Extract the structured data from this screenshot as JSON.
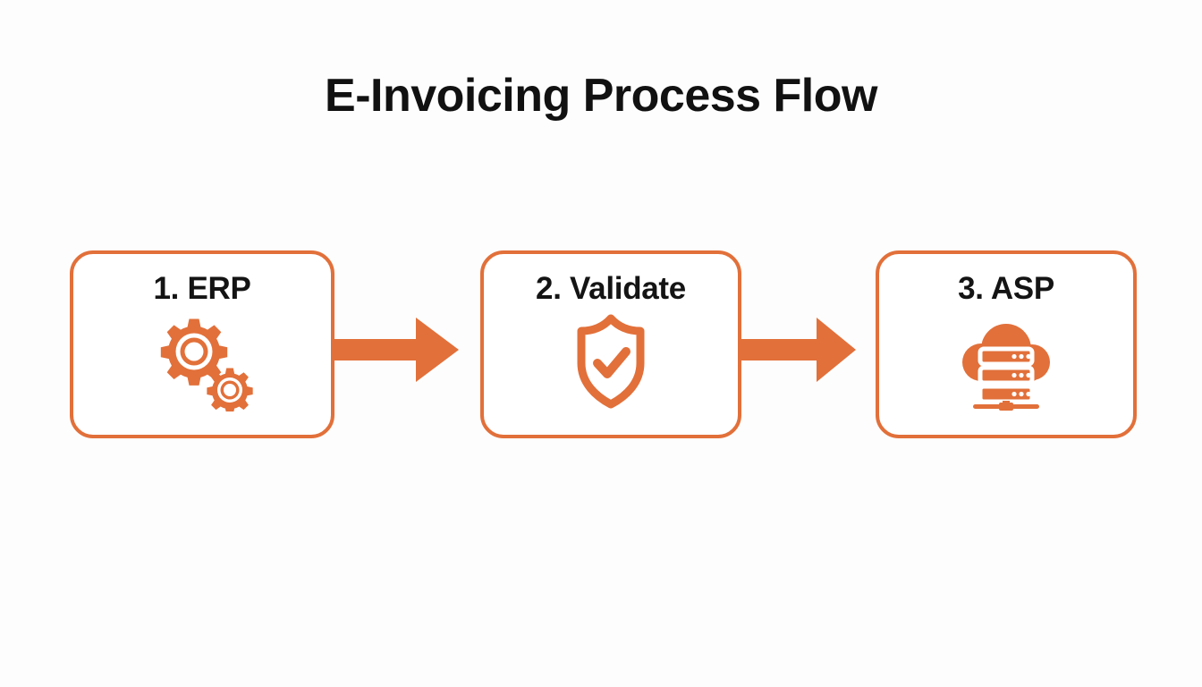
{
  "page": {
    "title": "E-Invoicing Process Flow",
    "background_color": "#fdfdfd",
    "accent_color": "#e2703a",
    "text_color": "#141414"
  },
  "diagram": {
    "type": "process-flow",
    "orientation": "horizontal",
    "node_count": 3,
    "nodes": [
      {
        "step": "1",
        "label": "1. ERP",
        "name": "erp",
        "icon": "gears-icon",
        "icon_style": "solid",
        "icon_color": "#e2703a"
      },
      {
        "step": "2",
        "label": "2. Validate",
        "name": "validate",
        "icon": "shield-check-icon",
        "icon_style": "outline",
        "icon_color": "#e2703a"
      },
      {
        "step": "3",
        "label": "3. ASP",
        "name": "asp",
        "icon": "cloud-server-icon",
        "icon_style": "solid",
        "icon_color": "#e2703a"
      }
    ],
    "connectors": [
      {
        "name": "arrow-erp-to-validate",
        "icon": "arrow-right-icon",
        "color": "#e2703a"
      },
      {
        "name": "arrow-validate-to-asp",
        "icon": "arrow-right-icon",
        "color": "#e2703a"
      }
    ]
  }
}
